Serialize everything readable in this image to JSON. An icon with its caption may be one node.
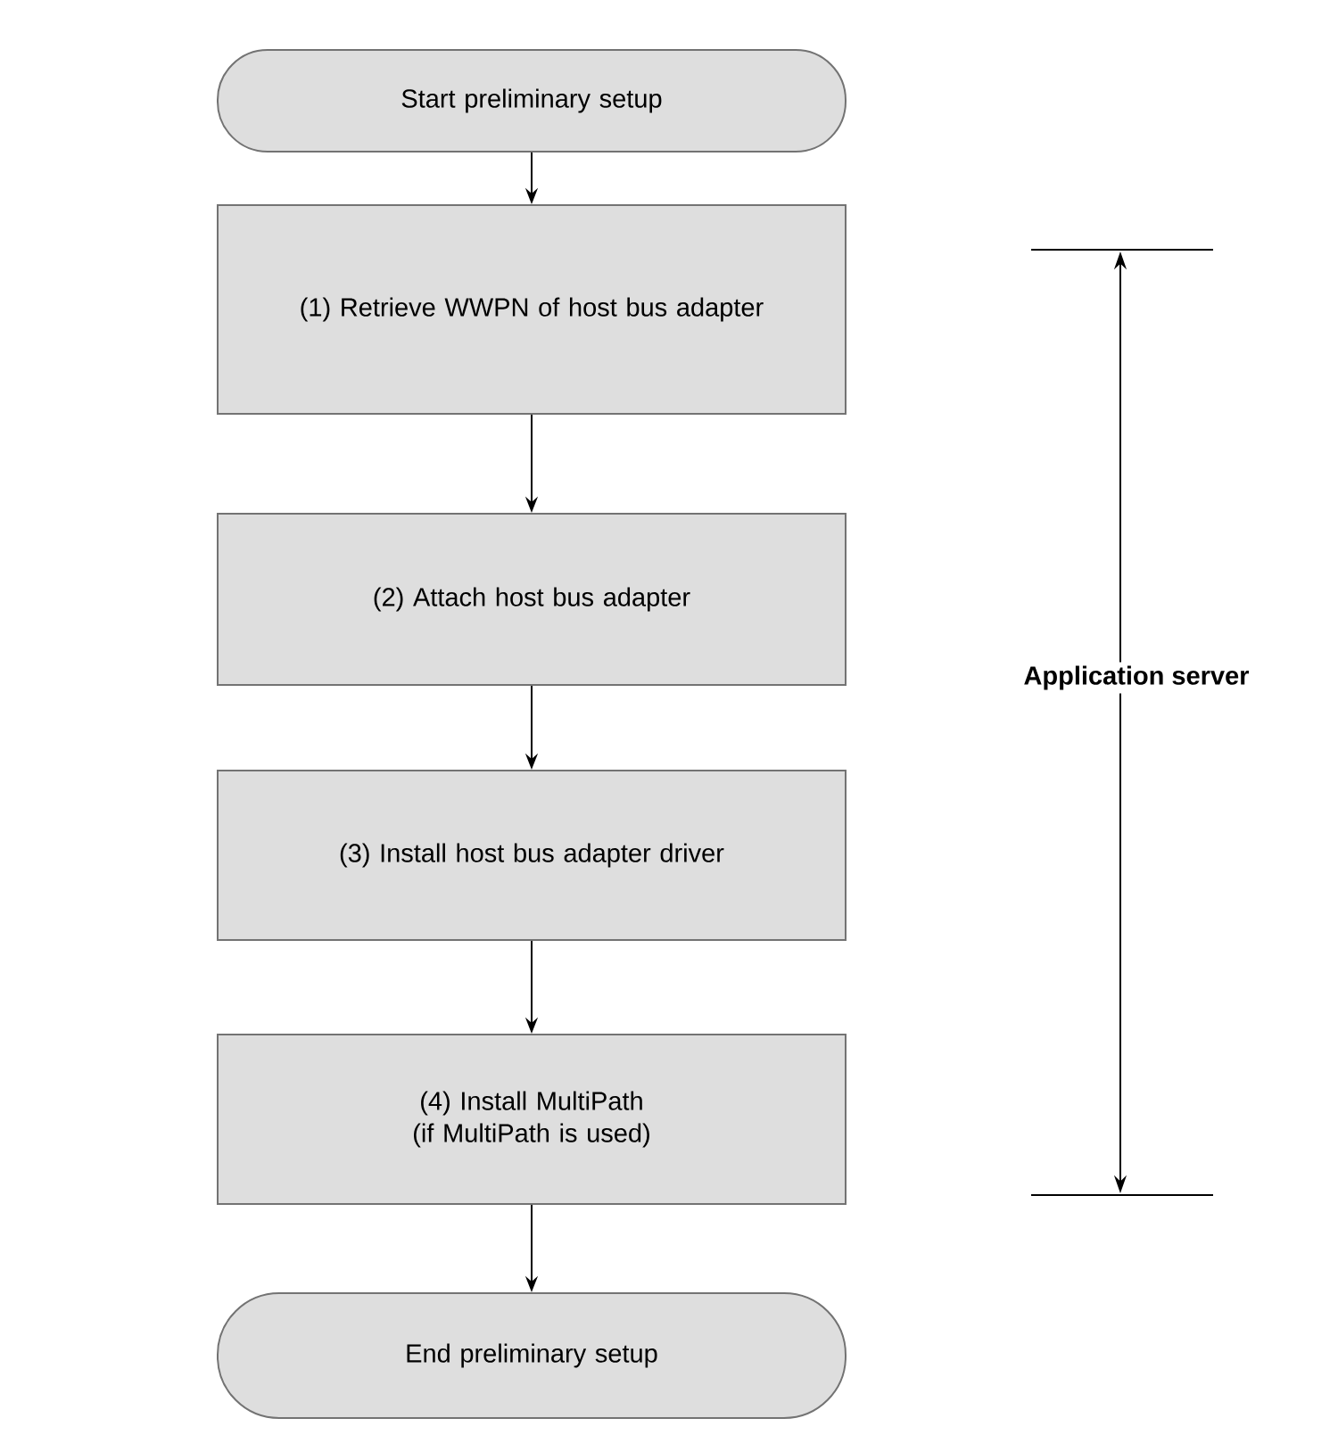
{
  "diagram": {
    "nodes": [
      {
        "text": [
          "Start preliminary setup"
        ]
      },
      {
        "text": [
          "(1) Retrieve WWPN of host bus adapter"
        ]
      },
      {
        "text": [
          "(2) Attach host bus adapter"
        ]
      },
      {
        "text": [
          "(3) Install host bus adapter driver"
        ]
      },
      {
        "text": [
          "(4) Install MultiPath (if MultiPath is used)"
        ]
      },
      {
        "text": [
          "End preliminary setup"
        ]
      }
    ],
    "edges": [
      {
        "from": 0,
        "to": 1,
        "arrow": "to"
      },
      {
        "from": 1,
        "to": 2,
        "arrow": "to"
      },
      {
        "from": 2,
        "to": 3,
        "arrow": "to"
      },
      {
        "from": 3,
        "to": 4,
        "arrow": "to"
      },
      {
        "from": 4,
        "to": 5,
        "arrow": "to"
      }
    ],
    "labels": [
      "Application server"
    ]
  }
}
